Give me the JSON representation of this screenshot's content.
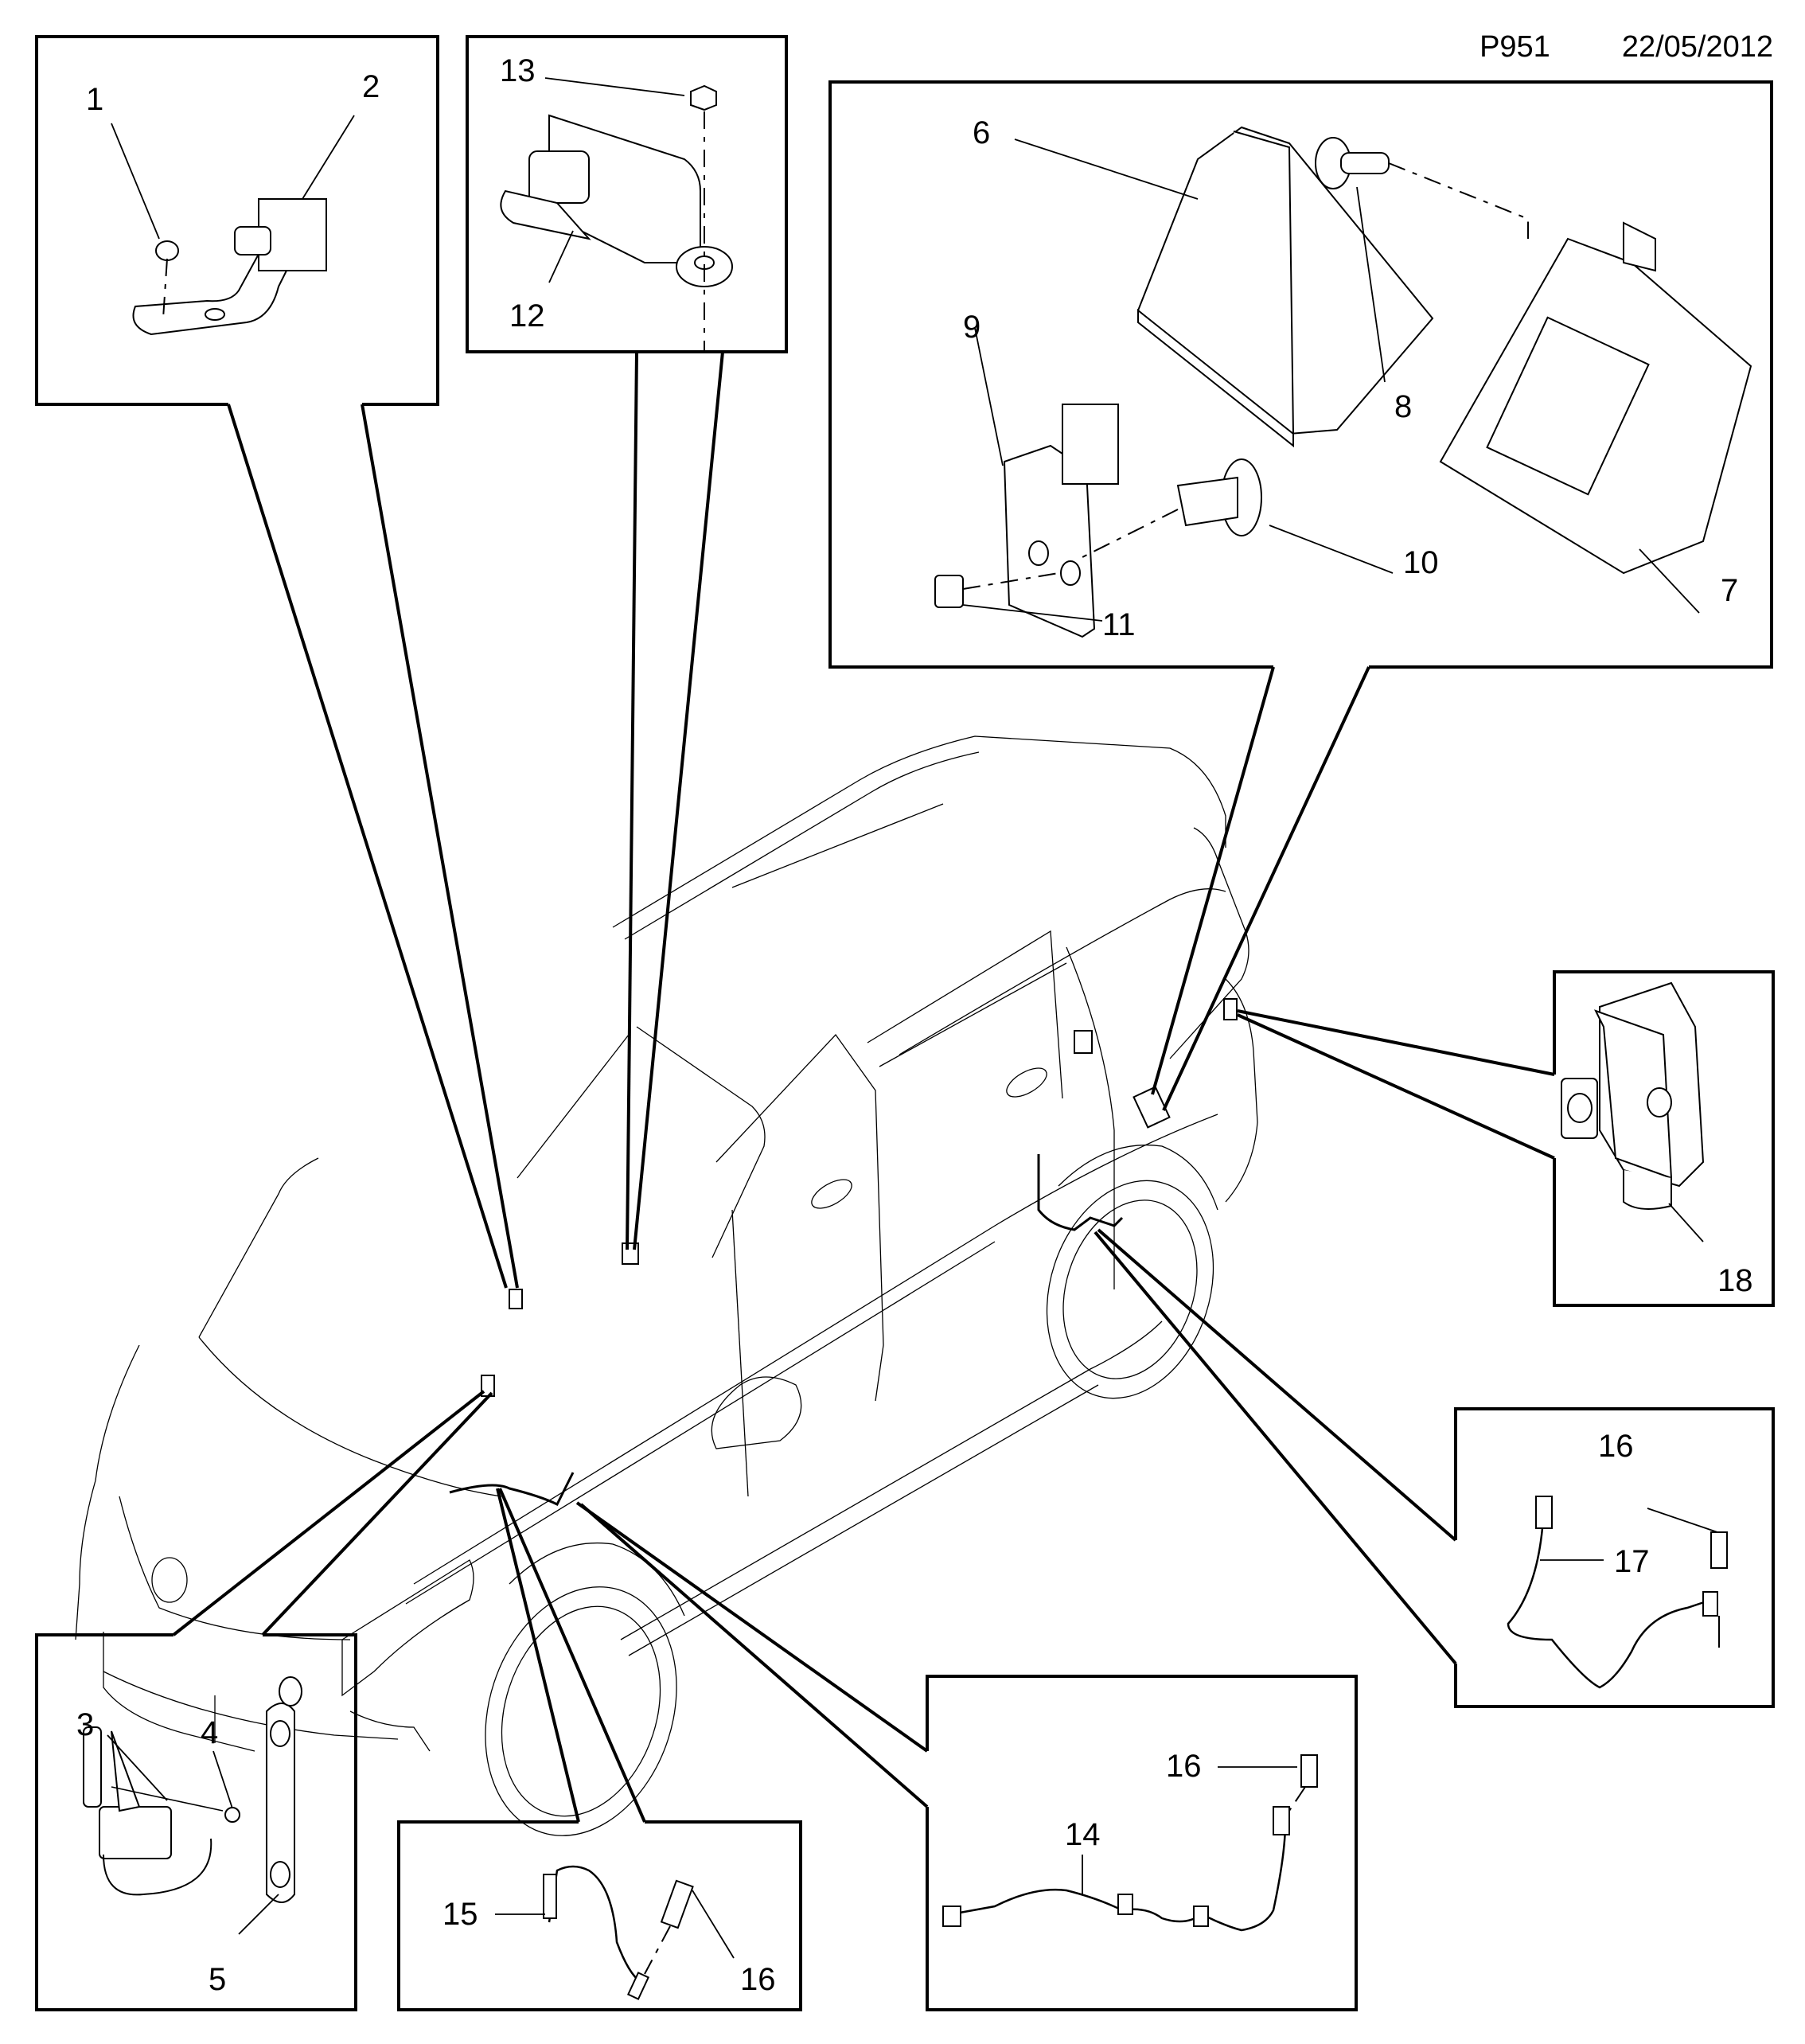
{
  "header": {
    "diagram_code": "P951",
    "date": "22/05/2012"
  },
  "callouts": {
    "c1": "1",
    "c2": "2",
    "c3": "3",
    "c4": "4",
    "c5": "5",
    "c6": "6",
    "c7": "7",
    "c8": "8",
    "c9": "9",
    "c10": "10",
    "c11": "11",
    "c12": "12",
    "c13": "13",
    "c14": "14",
    "c15": "15",
    "c16a": "16",
    "c16b": "16",
    "c16c": "16",
    "c17": "17",
    "c18": "18"
  },
  "detail_boxes": [
    {
      "name": "detail-box-sensor-bracket",
      "parts": [
        "1",
        "2"
      ]
    },
    {
      "name": "detail-box-module-nut",
      "parts": [
        "12",
        "13"
      ]
    },
    {
      "name": "detail-box-control-modules",
      "parts": [
        "6",
        "7",
        "8",
        "9",
        "10",
        "11"
      ]
    },
    {
      "name": "detail-box-rear-sensor",
      "parts": [
        "18"
      ]
    },
    {
      "name": "detail-box-rear-wheel-harness",
      "parts": [
        "16",
        "17"
      ]
    },
    {
      "name": "detail-box-front-wheel-harness",
      "parts": [
        "14",
        "16"
      ]
    },
    {
      "name": "detail-box-wheel-speed-sensor",
      "parts": [
        "15",
        "16"
      ]
    },
    {
      "name": "detail-box-level-sensor",
      "parts": [
        "3",
        "4",
        "5"
      ]
    }
  ]
}
